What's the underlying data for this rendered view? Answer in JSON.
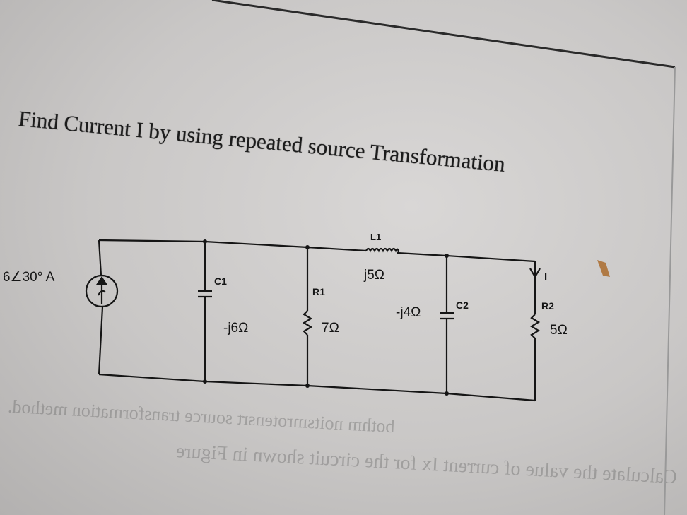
{
  "problem": {
    "title": "Find Current I by using repeated source Transformation"
  },
  "circuit": {
    "source": {
      "label": "6∠30° A",
      "type": "current-source",
      "direction": "up"
    },
    "components": [
      {
        "name": "C1",
        "value": "-j6Ω",
        "type": "capacitor"
      },
      {
        "name": "R1",
        "value": "7Ω",
        "type": "resistor"
      },
      {
        "name": "L1",
        "value": "j5Ω",
        "type": "inductor"
      },
      {
        "name": "C2",
        "value": "-j4Ω",
        "type": "capacitor"
      },
      {
        "name": "R2",
        "value": "5Ω",
        "type": "resistor"
      }
    ],
    "current_label": "I"
  },
  "bleed_through": {
    "line1": "bothm noitsmrotensrt source transformation method.",
    "line2": "Calculate the value of current Ix for the circuit shown in Figure"
  },
  "colors": {
    "ink": "#151515",
    "paper": "#d2d0cf"
  }
}
